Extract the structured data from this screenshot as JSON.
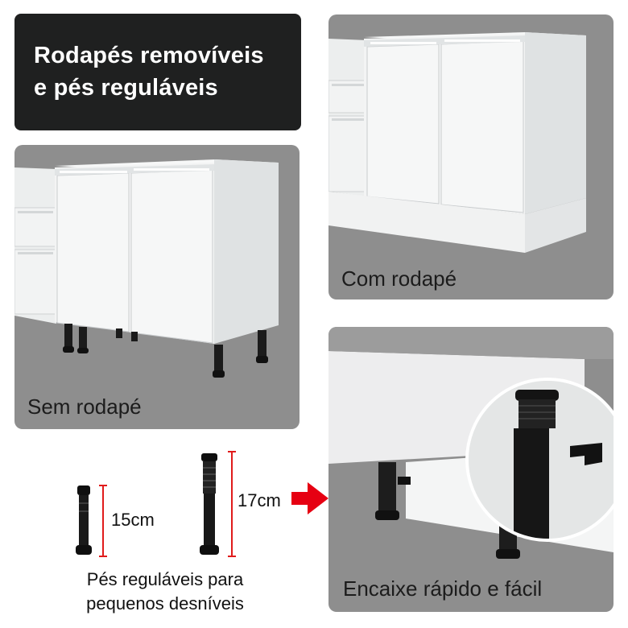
{
  "title": {
    "line1": "Rodapés removíveis",
    "line2": "e pés reguláveis"
  },
  "captions": {
    "sem_rodape": "Sem rodapé",
    "com_rodape": "Com rodapé",
    "encaixe": "Encaixe rápido e fácil"
  },
  "feet": {
    "small_height": "15cm",
    "large_height": "17cm",
    "description_line1": "Pés reguláveis para",
    "description_line2": "pequenos desníveis"
  },
  "colors": {
    "panel_bg": "#8e8e8e",
    "title_bg": "#1f2020",
    "measure_red": "#e01b1b",
    "arrow_red": "#e60012"
  }
}
